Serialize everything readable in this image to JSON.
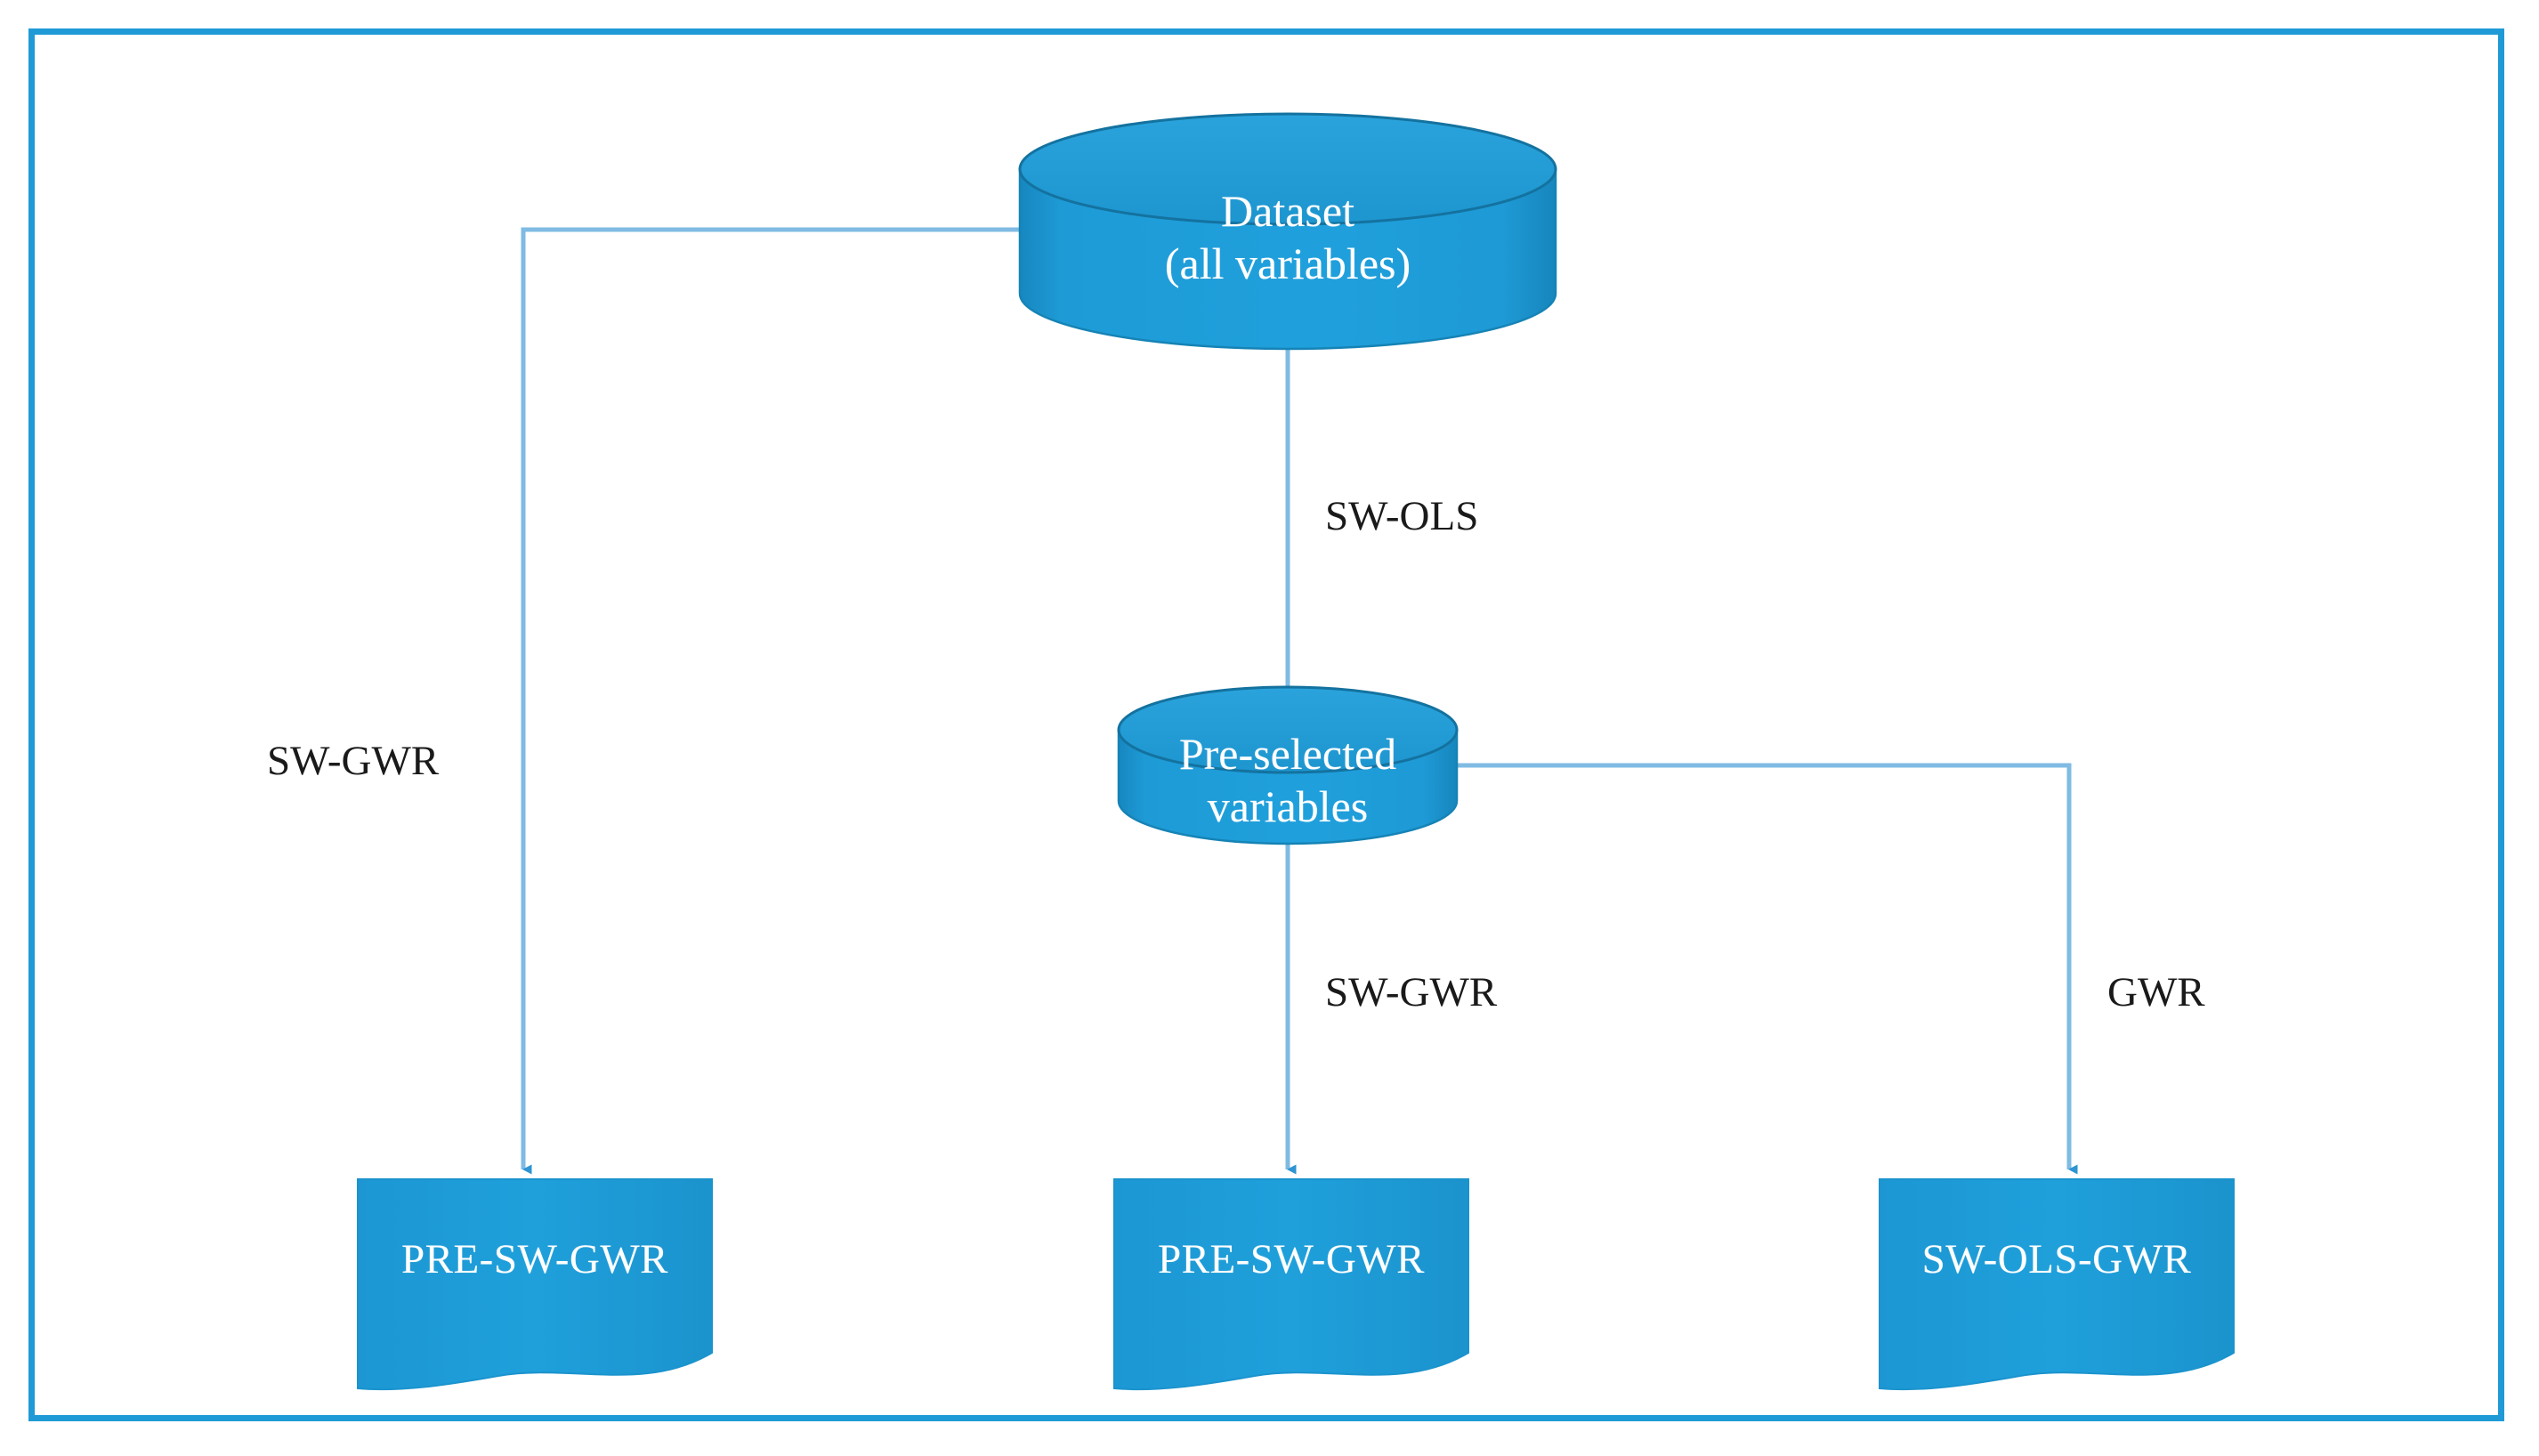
{
  "figure": {
    "border_color": "#1f9ad6",
    "shape_fill": "#1b9ad6",
    "shape_stroke": "#1583b5",
    "connector_color": "#5fa8dc",
    "label_text_color": "#1a1a1a",
    "node_text_color": "#ffffff",
    "background": "#ffffff"
  },
  "chart_data": {
    "type": "diagram",
    "title": "",
    "diagram_kind": "flowchart",
    "nodes": [
      {
        "id": "dataset",
        "shape": "cylinder",
        "label": "Dataset\n(all variables)",
        "line1": "Dataset",
        "line2": "(all variables)"
      },
      {
        "id": "preselected",
        "shape": "cylinder",
        "label": "Pre-selected\nvariables",
        "line1": "Pre-selected",
        "line2": "variables"
      },
      {
        "id": "pre-sw-gwr-left",
        "shape": "document",
        "label": "PRE-SW-GWR"
      },
      {
        "id": "pre-sw-gwr-middle",
        "shape": "document",
        "label": "PRE-SW-GWR"
      },
      {
        "id": "sw-ols-gwr-right",
        "shape": "document",
        "label": "SW-OLS-GWR"
      }
    ],
    "edges": [
      {
        "from": "dataset",
        "to": "pre-sw-gwr-left",
        "label": "SW-GWR",
        "routing": "elbow-left"
      },
      {
        "from": "dataset",
        "to": "preselected",
        "label": "SW-OLS",
        "routing": "straight-down"
      },
      {
        "from": "preselected",
        "to": "pre-sw-gwr-middle",
        "label": "SW-GWR",
        "routing": "straight-down"
      },
      {
        "from": "preselected",
        "to": "sw-ols-gwr-right",
        "label": "GWR",
        "routing": "elbow-right"
      }
    ]
  },
  "nodes": {
    "dataset": {
      "line1": "Dataset",
      "line2": "(all variables)"
    },
    "preselected": {
      "line1": "Pre-selected",
      "line2": "variables"
    },
    "doc_left": {
      "label": "PRE-SW-GWR"
    },
    "doc_middle": {
      "label": "PRE-SW-GWR"
    },
    "doc_right": {
      "label": "SW-OLS-GWR"
    }
  },
  "edge_labels": {
    "left_branch": "SW-GWR",
    "center_top": "SW-OLS",
    "center_bottom": "SW-GWR",
    "right_branch": "GWR"
  }
}
